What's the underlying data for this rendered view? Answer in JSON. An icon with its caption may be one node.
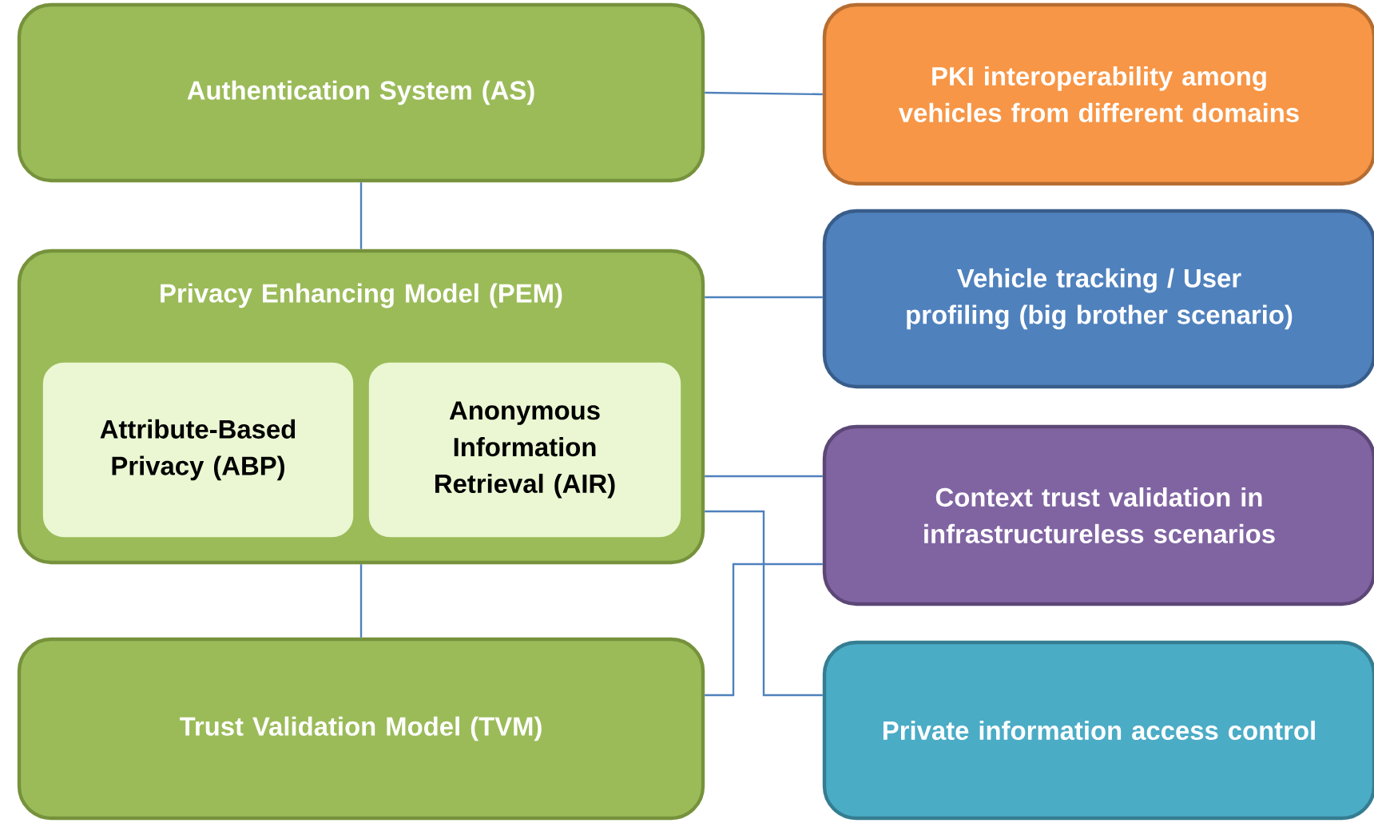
{
  "diagram": {
    "nodes": [
      {
        "text": [
          "Authentication System (AS)"
        ]
      },
      {
        "text": [
          "Privacy Enhancing Model (PEM)"
        ]
      },
      {
        "text": [
          "Attribute-Based Privacy (ABP)"
        ],
        "in": 1
      },
      {
        "text": [
          "Anonymous Information Retrieval (AIR)"
        ],
        "in": 1
      },
      {
        "text": [
          "Trust Validation Model (TVM)"
        ]
      },
      {
        "text": [
          "PKI interoperability among vehicles from different domains"
        ]
      },
      {
        "text": [
          "Vehicle tracking / User profiling (big brother scenario)"
        ]
      },
      {
        "text": [
          "Context trust validation in infrastructureless scenarios"
        ]
      },
      {
        "text": [
          "Private information access control"
        ]
      }
    ],
    "edges": [
      {
        "from": 0,
        "to": 5,
        "arrow": "none"
      },
      {
        "from": 0,
        "to": 1,
        "arrow": "none"
      },
      {
        "from": 1,
        "to": 6,
        "arrow": "none"
      },
      {
        "from": 1,
        "to": 7,
        "arrow": "none"
      },
      {
        "from": 1,
        "to": 8,
        "arrow": "none"
      },
      {
        "from": 1,
        "to": 4,
        "arrow": "none"
      },
      {
        "from": 4,
        "to": 7,
        "arrow": "none"
      }
    ]
  }
}
